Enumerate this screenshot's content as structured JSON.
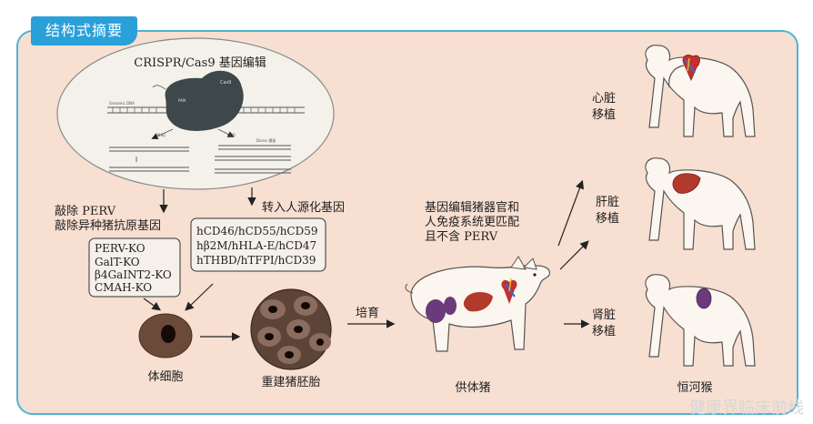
{
  "header": {
    "tag": "结构式摘要"
  },
  "crispr": {
    "title": "CRISPR/Cas9 基因编辑",
    "small_labels": [
      "Cas9",
      "PAM",
      "Genomic DNA",
      "NHEJ",
      "HDR",
      "Donor 模板"
    ]
  },
  "knockout": {
    "heading_line1": "敲除 PERV",
    "heading_line2": "敲除异种猪抗原基因",
    "items": [
      "PERV-KO",
      "GalT-KO",
      "β4GaINT2-KO",
      "CMAH-KO"
    ]
  },
  "transgene": {
    "heading": "转入人源化基因",
    "items": [
      "hCD46/hCD55/hCD59",
      "hβ2M/hHLA-E/hCD47",
      "hTHBD/hTFPI/hCD39"
    ]
  },
  "labels": {
    "somatic_cell": "体细胞",
    "embryo": "重建猪胚胎",
    "culture": "培育",
    "donor_pig": "供体猪",
    "monkey": "恒河猴"
  },
  "pig_note": [
    "基因编辑猪器官和",
    "人免疫系统更匹配",
    "且不含 PERV"
  ],
  "transplants": [
    {
      "line1": "心脏",
      "line2": "移植"
    },
    {
      "line1": "肝脏",
      "line2": "移植"
    },
    {
      "line1": "肾脏",
      "line2": "移植"
    }
  ],
  "watermark": "健康界临床前线",
  "colors": {
    "frame_border": "#4fb3d6",
    "background": "#f7dfd1",
    "tag": "#2aa0d9",
    "kidney": "#6b3a7a",
    "liver": "#b23a2c"
  }
}
